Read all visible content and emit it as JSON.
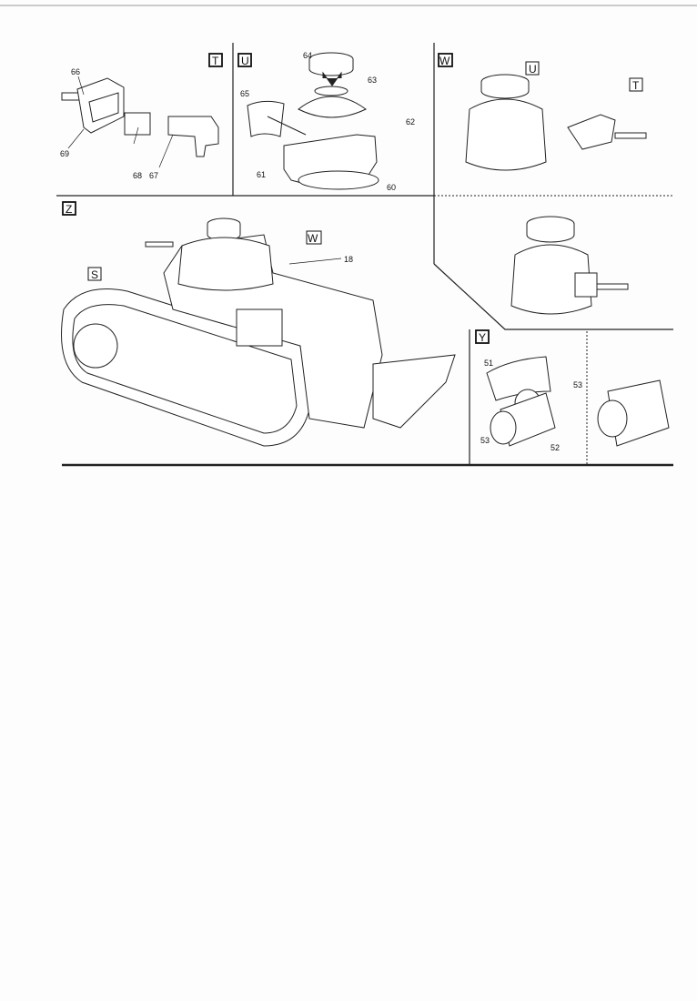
{
  "steps": {
    "T": {
      "label": "T",
      "parts": [
        "66",
        "69",
        "68",
        "67"
      ]
    },
    "U": {
      "label": "U",
      "parts": [
        "64",
        "63",
        "65",
        "62",
        "61",
        "60"
      ]
    },
    "W": {
      "label": "W",
      "refs": [
        "U",
        "T"
      ]
    },
    "Z": {
      "label": "Z",
      "refs": [
        "W",
        "S"
      ],
      "parts": [
        "18"
      ]
    },
    "Y": {
      "label": "Y",
      "parts": [
        "51",
        "53",
        "53",
        "52"
      ]
    }
  }
}
